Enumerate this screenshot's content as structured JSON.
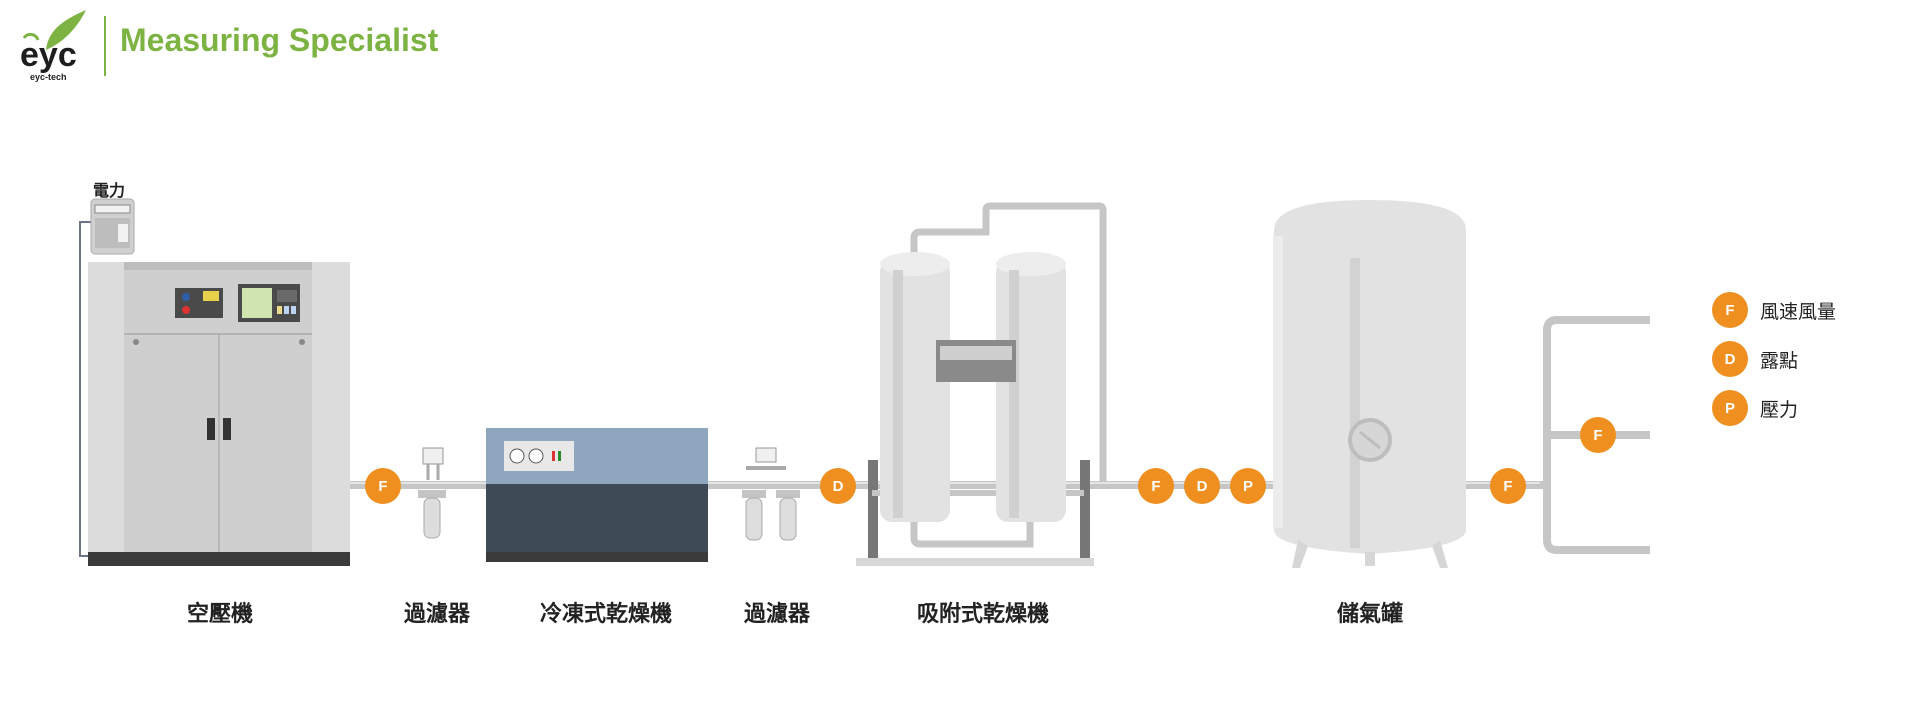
{
  "header": {
    "brand_title": "Measuring Specialist",
    "logo_text": "eyc",
    "logo_sub": "eyc-tech"
  },
  "power_label": "電力",
  "equipment": [
    {
      "id": "compressor",
      "label": "空壓機"
    },
    {
      "id": "filter1",
      "label": "過濾器"
    },
    {
      "id": "refrigerated_dryer",
      "label": "冷凍式乾燥機"
    },
    {
      "id": "filter2",
      "label": "過濾器"
    },
    {
      "id": "adsorption_dryer",
      "label": "吸附式乾燥機"
    },
    {
      "id": "tank",
      "label": "儲氣罐"
    }
  ],
  "sensors": [
    {
      "letter": "F",
      "after": "compressor"
    },
    {
      "letter": "D",
      "after": "filter2"
    },
    {
      "letter": "F",
      "after": "adsorption_dryer"
    },
    {
      "letter": "D",
      "after": "adsorption_dryer"
    },
    {
      "letter": "P",
      "after": "adsorption_dryer"
    },
    {
      "letter": "F",
      "after": "tank"
    },
    {
      "letter": "F",
      "after": "branch-middle"
    }
  ],
  "legend": [
    {
      "letter": "F",
      "label": "風速風量"
    },
    {
      "letter": "D",
      "label": "露點"
    },
    {
      "letter": "P",
      "label": "壓力"
    }
  ],
  "colors": {
    "accent": "#ef8f1f",
    "brand": "#7cb342",
    "pipe": "#c6c6c6",
    "machine": "#cfcfcf",
    "dryer_blue": "#8fa6bf"
  }
}
